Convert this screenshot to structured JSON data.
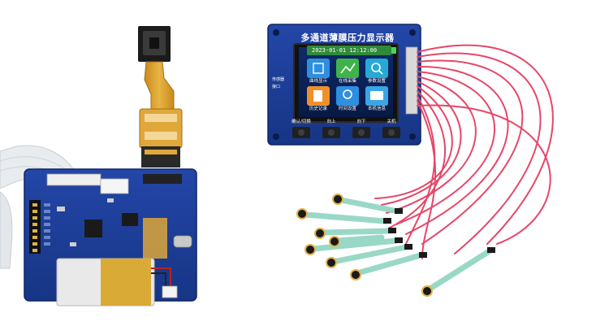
{
  "display": {
    "title": "多通道薄膜压力显示器",
    "date_bar": "2023-01-01 12:12:00",
    "tiles": [
      {
        "label": "曲线显示",
        "icon": "chart-icon",
        "color": "#2e8fe0"
      },
      {
        "label": "在线采集",
        "icon": "curve-icon",
        "color": "#3fb34a"
      },
      {
        "label": "参数设置",
        "icon": "search-icon",
        "color": "#27a9d6"
      },
      {
        "label": "历史记录",
        "icon": "document-icon",
        "color": "#f0902a"
      },
      {
        "label": "时间设置",
        "icon": "location-icon",
        "color": "#2e8fe0"
      },
      {
        "label": "本机信息",
        "icon": "folder-icon",
        "color": "#3aa6e6"
      }
    ],
    "buttons": [
      "确认/切换",
      "向上",
      "向下",
      "关机"
    ],
    "side_labels": [
      "传感器",
      "接口"
    ]
  },
  "colors": {
    "pcb_blue": "#1c3f9e",
    "cable_red": "#e5476a",
    "sensor_green": "#8fd4c0",
    "ribbon_gold": "#d49a2a"
  }
}
